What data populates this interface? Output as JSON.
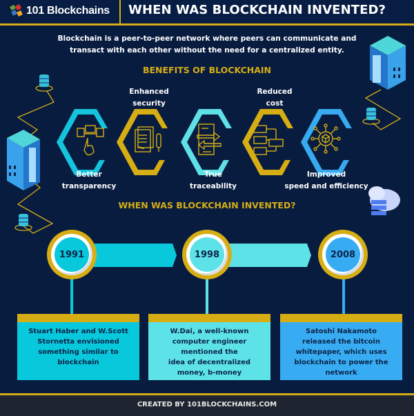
{
  "header": {
    "brand": "101 Blockchains",
    "title": "WHEN WAS BLOCKCHAIN INVENTED?"
  },
  "intro": {
    "line1": "Blockchain is a peer-to-peer network where peers can communicate and",
    "line2": "transact with each other without the need for a centralized entity."
  },
  "benefits": {
    "title": "BENEFITS OF BLOCKCHAIN",
    "items": [
      {
        "line1": "Better",
        "line2": "transparency",
        "icon": "hand-cards-icon",
        "color": "#16c3dc",
        "label_pos": "below"
      },
      {
        "line1": "Enhanced",
        "line2": "security",
        "icon": "document-pen-icon",
        "color": "#d6ae14",
        "label_pos": "above"
      },
      {
        "line1": "True",
        "line2": "traceability",
        "icon": "scroll-arrows-icon",
        "color": "#5fe0e6",
        "label_pos": "below"
      },
      {
        "line1": "Reduced",
        "line2": "cost",
        "icon": "flowchart-icon",
        "color": "#d6ae14",
        "label_pos": "above"
      },
      {
        "line1": "Improved",
        "line2": "speed and efficiency",
        "icon": "network-cube-icon",
        "color": "#37aaf0",
        "label_pos": "below"
      }
    ]
  },
  "timeline": {
    "title": "WHEN WAS BLOCKCHAIN INVENTED?",
    "events": [
      {
        "year": "1991",
        "color": "#08c8dc",
        "lines": [
          "Stuart Haber and W.Scott",
          "Stornetta envisioned",
          "something similar to",
          "blockchain"
        ]
      },
      {
        "year": "1998",
        "color": "#5de2e8",
        "lines": [
          "W.Dai, a well-known",
          "computer engineer",
          "mentioned the",
          "idea of decentralized",
          "money, b-money"
        ]
      },
      {
        "year": "2008",
        "color": "#38acf2",
        "lines": [
          "Satoshi Nakamoto",
          "released the bitcoin",
          "whitepaper, which uses",
          "blockchain to power the",
          "network"
        ]
      }
    ]
  },
  "footer": {
    "text": "CREATED BY 101BLOCKCHAINS.COM"
  },
  "colors": {
    "background": "#081c40",
    "accent_gold": "#d6ae14",
    "cyan": "#08c8dc",
    "light_cyan": "#5de2e8",
    "blue": "#38acf2",
    "footer_bg": "#1e2430"
  }
}
